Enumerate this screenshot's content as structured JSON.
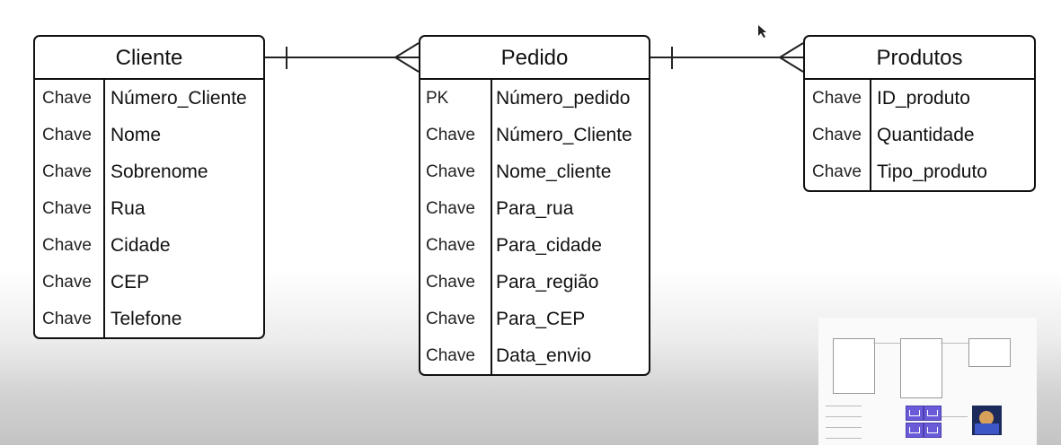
{
  "entities": {
    "cliente": {
      "title": "Cliente",
      "rows": [
        {
          "key": "Chave",
          "attr": "Número_Cliente"
        },
        {
          "key": "Chave",
          "attr": "Nome"
        },
        {
          "key": "Chave",
          "attr": "Sobrenome"
        },
        {
          "key": "Chave",
          "attr": "Rua"
        },
        {
          "key": "Chave",
          "attr": "Cidade"
        },
        {
          "key": "Chave",
          "attr": "CEP"
        },
        {
          "key": "Chave",
          "attr": "Telefone"
        }
      ]
    },
    "pedido": {
      "title": "Pedido",
      "rows": [
        {
          "key": "PK",
          "attr": "Número_pedido"
        },
        {
          "key": "Chave",
          "attr": "Número_Cliente"
        },
        {
          "key": "Chave",
          "attr": "Nome_cliente"
        },
        {
          "key": "Chave",
          "attr": "Para_rua"
        },
        {
          "key": "Chave",
          "attr": "Para_cidade"
        },
        {
          "key": "Chave",
          "attr": "Para_região"
        },
        {
          "key": "Chave",
          "attr": "Para_CEP"
        },
        {
          "key": "Chave",
          "attr": "Data_envio"
        }
      ]
    },
    "produtos": {
      "title": "Produtos",
      "rows": [
        {
          "key": "Chave",
          "attr": "ID_produto"
        },
        {
          "key": "Chave",
          "attr": "Quantidade"
        },
        {
          "key": "Chave",
          "attr": "Tipo_produto"
        }
      ]
    }
  },
  "relationships": [
    {
      "from": "Cliente",
      "from_end": "one",
      "to": "Pedido",
      "to_end": "many"
    },
    {
      "from": "Pedido",
      "from_end": "one",
      "to": "Produtos",
      "to_end": "many"
    }
  ],
  "overlay": {
    "icon": "diagram-thumbnail-preview",
    "cart_icon": "shopping-cart-icon",
    "accent": "#6a5cd8"
  }
}
